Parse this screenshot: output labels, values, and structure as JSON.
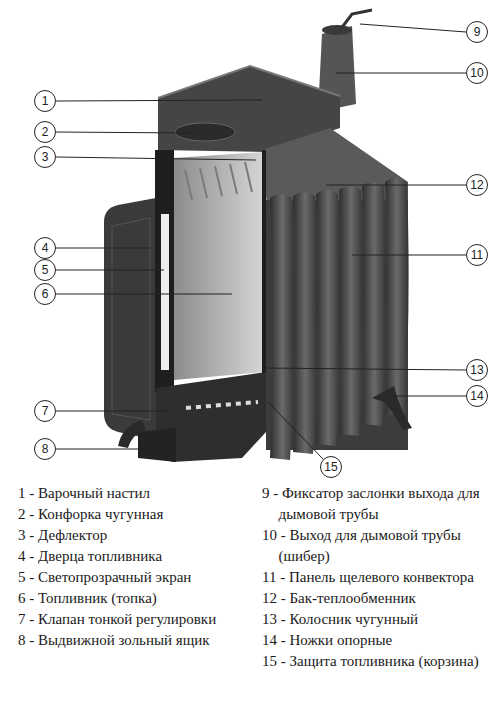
{
  "diagram": {
    "nodes": [
      {
        "text": [
          "1"
        ]
      },
      {
        "text": [
          "2"
        ]
      },
      {
        "text": [
          "3"
        ]
      },
      {
        "text": [
          "4"
        ]
      },
      {
        "text": [
          "5"
        ]
      },
      {
        "text": [
          "6"
        ]
      },
      {
        "text": [
          "7"
        ]
      },
      {
        "text": [
          "8"
        ]
      },
      {
        "text": [
          "9"
        ]
      },
      {
        "text": [
          "10"
        ]
      },
      {
        "text": [
          "11"
        ]
      },
      {
        "text": [
          "12"
        ]
      },
      {
        "text": [
          "13"
        ]
      },
      {
        "text": [
          "14"
        ]
      },
      {
        "text": [
          "15"
        ]
      }
    ],
    "labels": [
      "1 - Варочный настил",
      "2 - Конфорка чугунная",
      "3 - Дефлектор",
      "4 - Дверца топливника",
      "5 - Светопрозрачный экран",
      "6 - Топливник (топка)",
      "7 - Клапан тонкой регулировки",
      "8 - Выдвижной зольный ящик",
      "9 - Фиксатор заслонки выхода для дымовой трубы",
      "10 - Выход для дымовой трубы (шибер)",
      "11 - Панель щелевого конвектора",
      "12 - Бак-теплообменник",
      "13 - Колосник чугунный",
      "14 - Ножки опорные",
      "15 - Защита топливника (корзина)"
    ]
  }
}
